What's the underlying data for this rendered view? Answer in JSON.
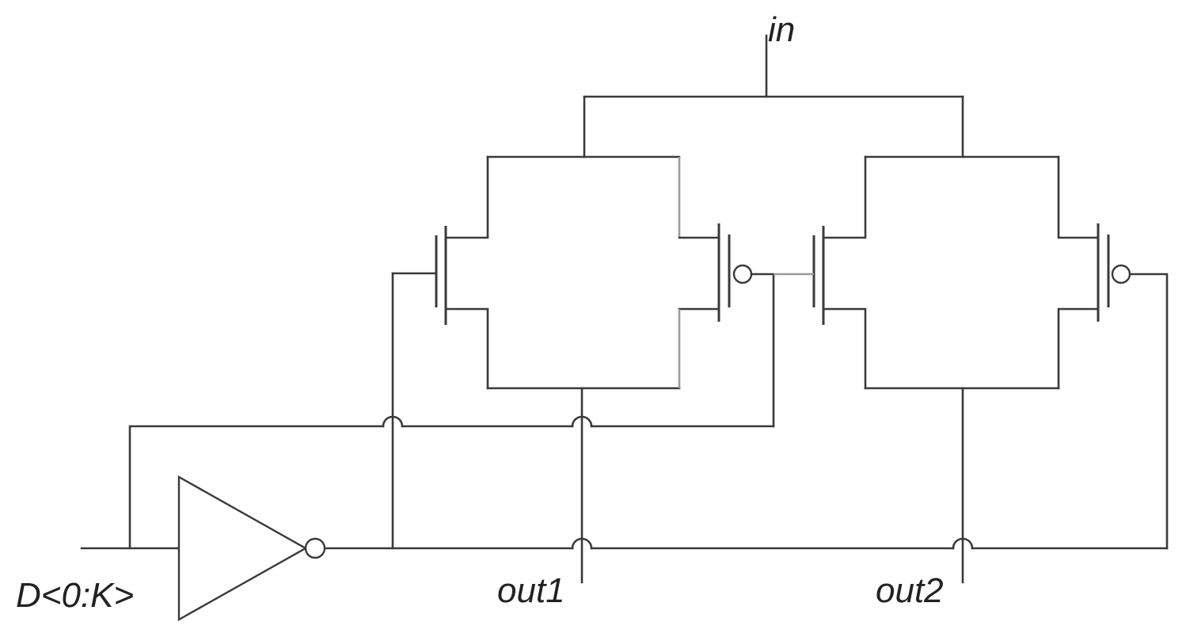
{
  "labels": {
    "input": "in",
    "select": "D<0:K>",
    "output1": "out1",
    "output2": "out2"
  },
  "colors": {
    "wire": "#3a3a3a",
    "wire_light": "#9a9a9a",
    "text": "#222222",
    "background": "#ffffff"
  }
}
